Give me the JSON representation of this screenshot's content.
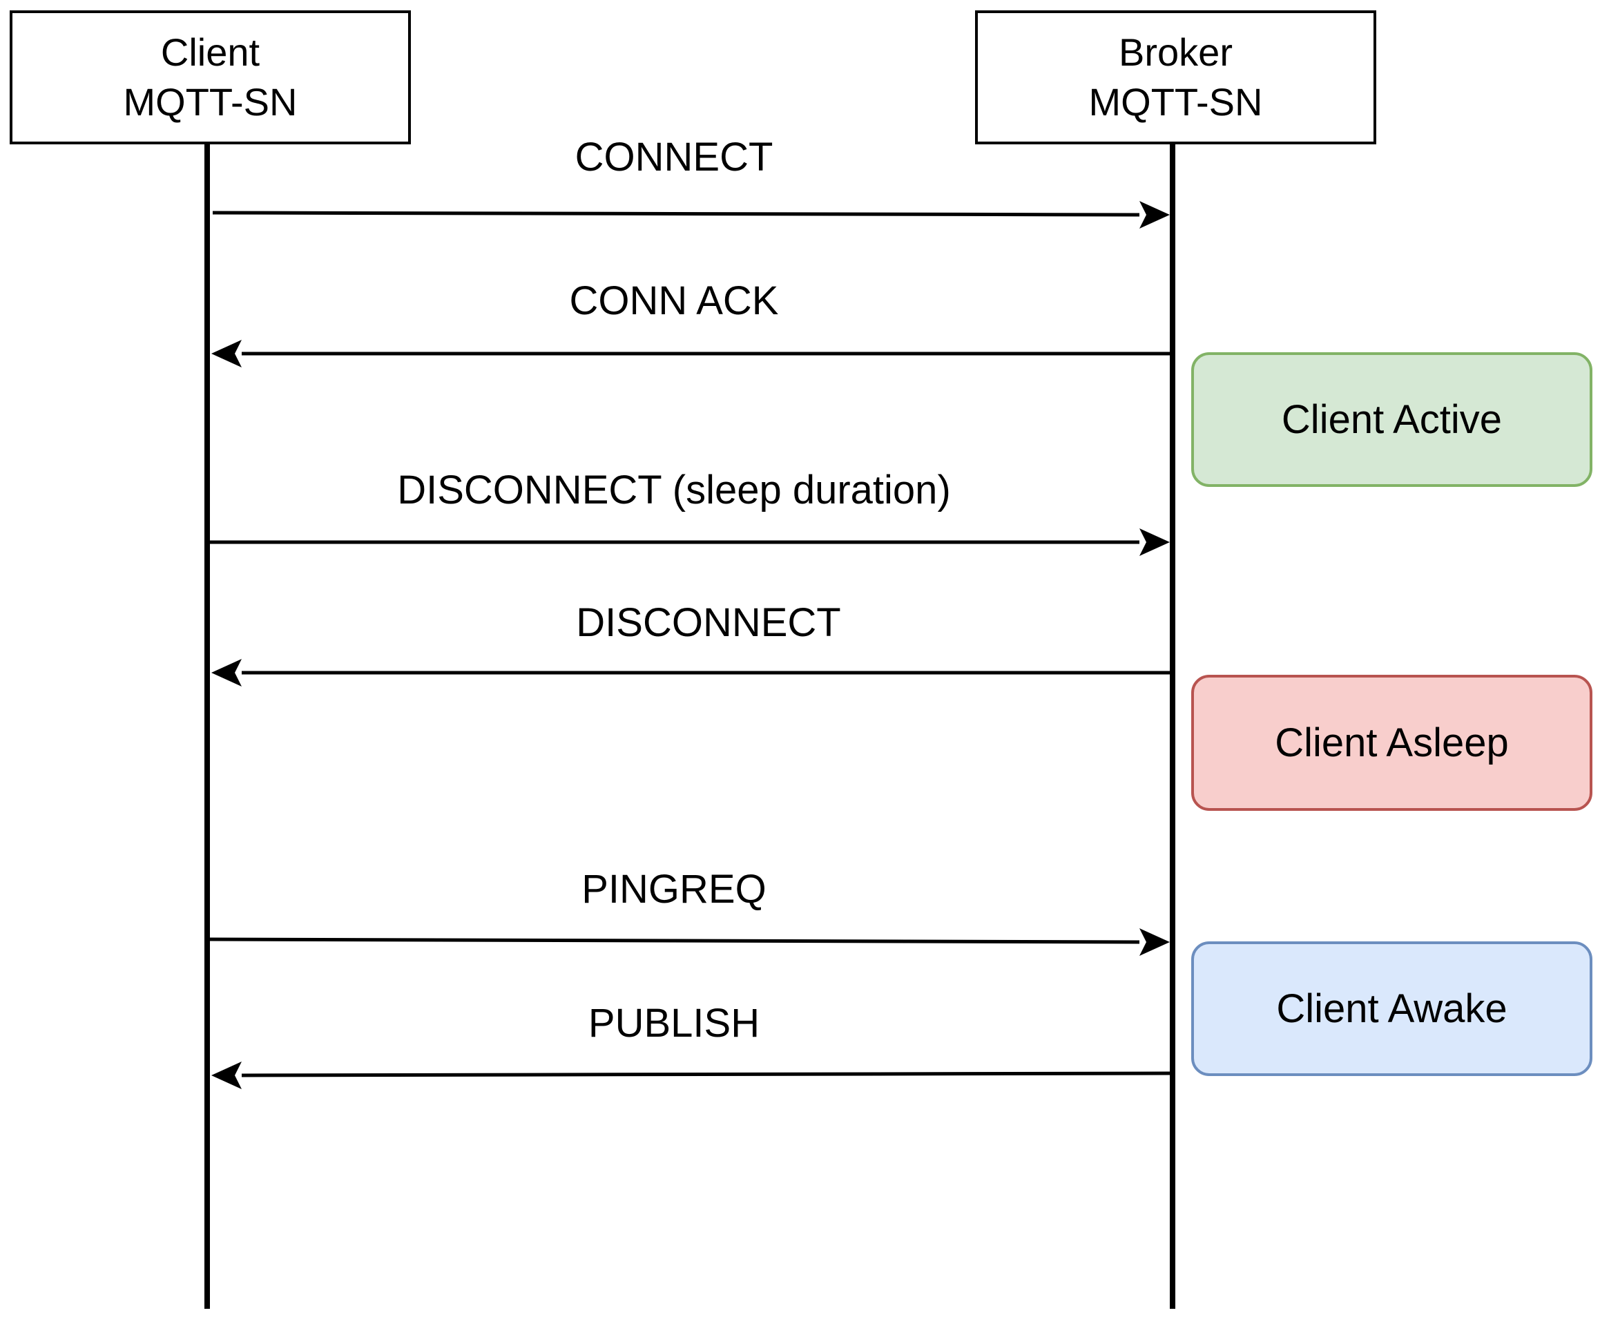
{
  "participants": {
    "client": {
      "name": "Client",
      "protocol": "MQTT-SN"
    },
    "broker": {
      "name": "Broker",
      "protocol": "MQTT-SN"
    }
  },
  "messages": [
    {
      "label": "CONNECT",
      "direction": "client-to-broker"
    },
    {
      "label": "CONN ACK",
      "direction": "broker-to-client"
    },
    {
      "label": "DISCONNECT (sleep duration)",
      "direction": "client-to-broker"
    },
    {
      "label": "DISCONNECT",
      "direction": "broker-to-client"
    },
    {
      "label": "PINGREQ",
      "direction": "client-to-broker"
    },
    {
      "label": "PUBLISH",
      "direction": "broker-to-client"
    }
  ],
  "states": [
    {
      "label": "Client Active",
      "fill": "#d5e8d4",
      "stroke": "#82b366"
    },
    {
      "label": "Client Asleep",
      "fill": "#f8cecc",
      "stroke": "#b85450"
    },
    {
      "label": "Client Awake",
      "fill": "#dae8fc",
      "stroke": "#6c8ebf"
    }
  ],
  "colors": {
    "line": "#000000"
  }
}
